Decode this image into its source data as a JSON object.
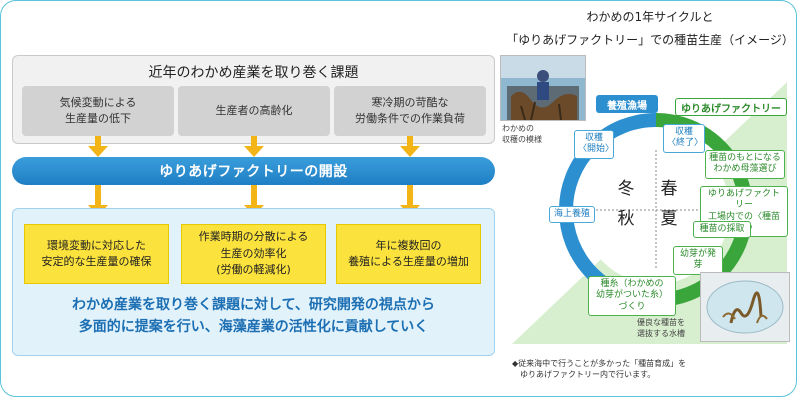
{
  "left": {
    "issues_title": "近年のわかめ産業を取り巻く課題",
    "issues": [
      "気候変動による\n生産量の低下",
      "生産者の高齢化",
      "寒冷期の苛酷な\n労働条件での作業負荷"
    ],
    "bar_label": "ゆりあげファクトリーの開設",
    "results": [
      "環境変動に対応した\n安定的な生産量の確保",
      "作業時期の分散による\n生産の効率化\n(労働の軽減化)",
      "年に複数回の\n養殖による生産量の増加"
    ],
    "conclusion": "わかめ産業を取り巻く課題に対して、研究開発の視点から\n多面的に提案を行い、海藻産業の活性化に貢献していく"
  },
  "right": {
    "title": "わかめの1年サイクルと\n「ゆりあげファクトリー」での種苗生産（イメージ）",
    "photo1_caption": "わかめの\n収穫の模様",
    "head_fishery": "養殖漁場",
    "head_factory": "ゆりあげファクトリー",
    "cycle_labels": {
      "harvest_start": "収穫\n〈開始〉",
      "harvest_end": "収穫\n〈終了〉",
      "sea_culture": "海上養殖",
      "mother_select": "種苗のもとになる\nわかめ母藻選び",
      "factory_seed": "ゆりあげファクトリー\n工場内での〈種苗生産〉",
      "seed_collect": "種苗の採取",
      "sprout": "幼芽が発芽",
      "seed_thread": "種糸（わかめの\n幼芽がついた糸）づくり"
    },
    "seasons": {
      "winter": "冬",
      "spring": "春",
      "autumn": "秋",
      "summer": "夏"
    },
    "photo2_caption": "優良な種苗を\n選抜する水槽",
    "note": "◆従来海中で行うことが多かった「種苗育成」を\n　ゆりあげファクトリー内で行います。"
  },
  "colors": {
    "arrow": "#f2b417",
    "bar": "#1f7ec4",
    "result_bg": "#fbe23c",
    "ring_blue": "#2b8fd0",
    "factory_green": "#3aa53a",
    "triangle_green": "#d8efcf"
  }
}
